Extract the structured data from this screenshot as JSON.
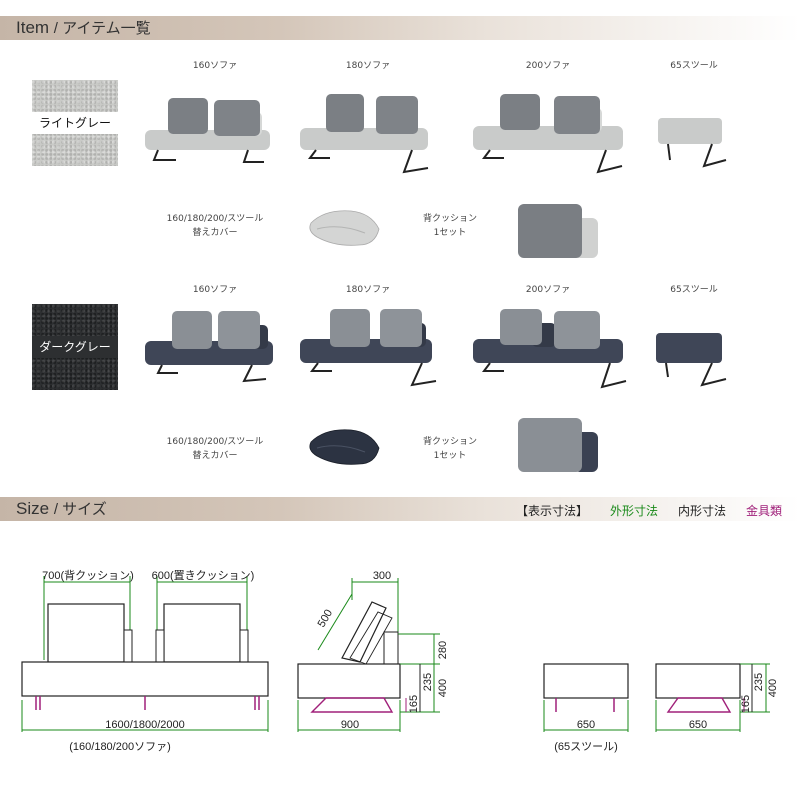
{
  "section_item": {
    "title_en": "Item",
    "title_jp": "/ アイテム一覧"
  },
  "light": {
    "swatch_label": "ライトグレー",
    "products": [
      "160ソファ",
      "180ソファ",
      "200ソファ",
      "65スツール"
    ],
    "cover_label_1": "160/180/200/スツール",
    "cover_label_2": "替えカバー",
    "cushion_label_1": "背クッション",
    "cushion_label_2": "1セット"
  },
  "dark": {
    "swatch_label": "ダークグレー",
    "products": [
      "160ソファ",
      "180ソファ",
      "200ソファ",
      "65スツール"
    ],
    "cover_label_1": "160/180/200/スツール",
    "cover_label_2": "替えカバー",
    "cushion_label_1": "背クッション",
    "cushion_label_2": "1セット"
  },
  "section_size": {
    "title_en": "Size",
    "title_jp": "/ サイズ"
  },
  "legend": {
    "display_dim": "【表示寸法】",
    "outer_dim": "外形寸法",
    "inner_dim": "内形寸法",
    "hardware": "金具類"
  },
  "colors": {
    "outer": "#1a8a1a",
    "hardware": "#a0207a",
    "inner": "#222222"
  },
  "dims": {
    "back_cushion": "700(背クッション)",
    "placed_cushion": "600(置きクッション)",
    "sofa_width": "1600/1800/2000",
    "sofa_caption": "(160/180/200ソファ)",
    "cushion_top": "300",
    "cushion_diag": "500",
    "h280": "280",
    "h235": "235",
    "h400": "400",
    "h165": "165",
    "sofa_depth": "900",
    "stool_width_a": "650",
    "stool_width_b": "650",
    "stool_h235": "235",
    "stool_h400": "400",
    "stool_h165": "165",
    "stool_caption": "(65スツール)"
  }
}
